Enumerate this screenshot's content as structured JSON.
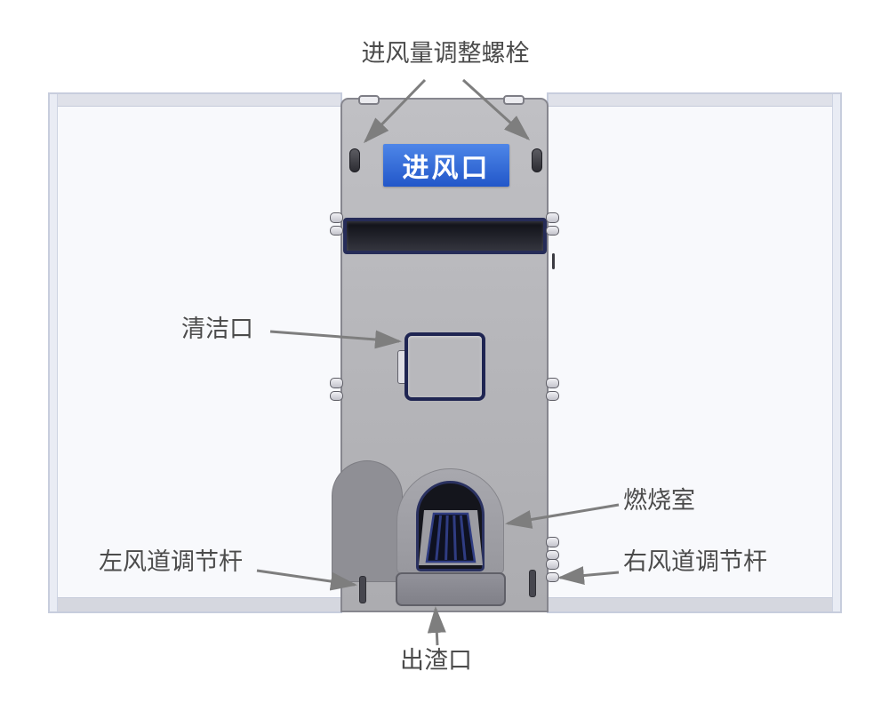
{
  "diagram": {
    "labels": {
      "intake_adjust_bolts": "进风量调整螺栓",
      "air_inlet": "进风口",
      "cleaning_port": "清洁口",
      "combustion_chamber": "燃烧室",
      "left_air_duct_lever": "左风道调节杆",
      "right_air_duct_lever": "右风道调节杆",
      "slag_outlet": "出渣口"
    },
    "colors": {
      "air_inlet_label_bg": "#2f6fd9",
      "air_inlet_label_text": "#ffffff",
      "stove_body_gray": "#b6b6ba",
      "dark_navy_trim": "#232a55",
      "arrow_gray": "#7e7e7e",
      "annotation_text": "#4b4b4b",
      "side_panel_fill": "#f8f9fc"
    }
  }
}
